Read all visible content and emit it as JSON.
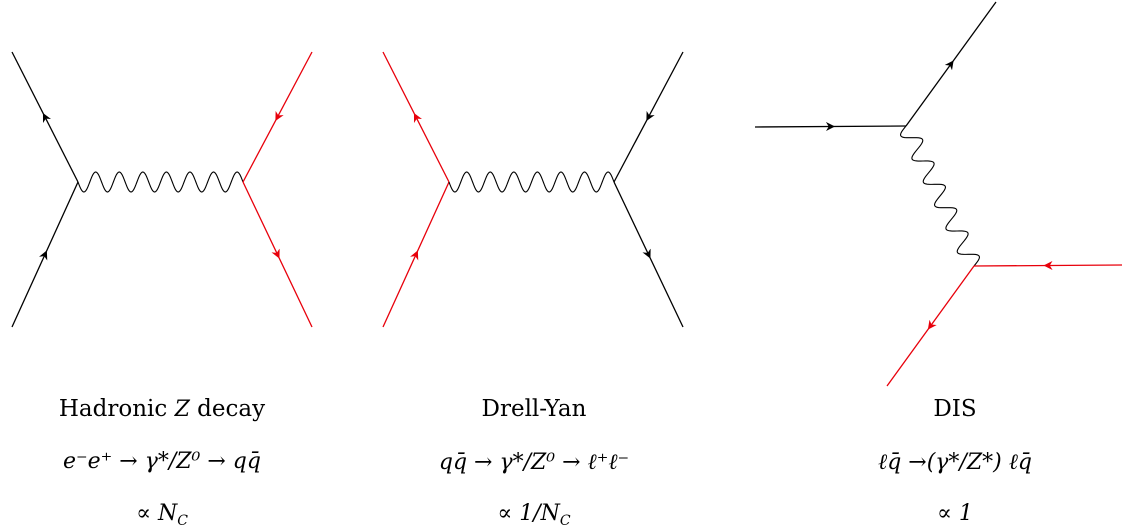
{
  "diagrams": [
    {
      "title_before": "Hadronic ",
      "title_var": "Z",
      "title_after": " decay",
      "process": "e⁻e⁺ → γ*/Z⁰ → qq̄",
      "scaling": "∝ N_C"
    },
    {
      "title": "Drell-Yan",
      "process": "qq̄ → γ*/Z⁰ → ℓ⁺ℓ⁻",
      "scaling": "∝ 1/N_C"
    },
    {
      "title": "DIS",
      "process": "ℓq̄ →(γ*/Z*) ℓq̄",
      "over_arrow": "γ*/Z*",
      "scaling": "∝ 1"
    }
  ],
  "colors": {
    "lepton": "#000000",
    "quark": "#e8000b"
  }
}
